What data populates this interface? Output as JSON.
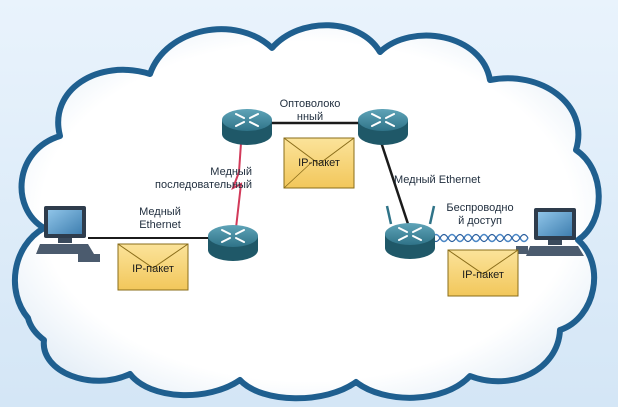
{
  "labels": {
    "fiber": "Оптоволоко\nнный",
    "serial": "Медный\nпоследовательный",
    "ethernet_left": "Медный\nEthernet",
    "ethernet_right": "Медный Ethernet",
    "wireless": "Беспроводно\nй доступ"
  },
  "packets": {
    "center": "IP-пакет",
    "left": "IP-пакет",
    "right": "IP-пакет"
  },
  "colors": {
    "sky": "#e6f1fb",
    "cloud_outline": "#1f5f8f",
    "cloud_fill": "#ffffff",
    "router": "#2f7388",
    "envelope": "#f7d57a",
    "serial_link": "#d23a5a",
    "wireless_wave": "#4a86c5",
    "cable": "#1b1b1b"
  },
  "icons": [
    "router-icon",
    "pc-icon",
    "envelope-icon",
    "antenna-icon"
  ]
}
